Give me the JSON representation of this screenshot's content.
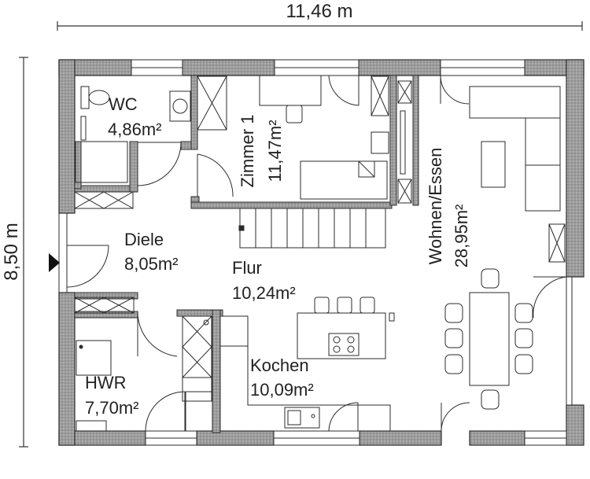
{
  "dimensions": {
    "width_label": "11,46 m",
    "height_label": "8,50 m"
  },
  "rooms": [
    {
      "name": "WC",
      "area": "4,86m²"
    },
    {
      "name": "Zimmer 1",
      "area": "11,47m²"
    },
    {
      "name": "Diele",
      "area": "8,05m²"
    },
    {
      "name": "Flur",
      "area": "10,24m²"
    },
    {
      "name": "HWR",
      "area": "7,70m²"
    },
    {
      "name": "Kochen",
      "area": "10,09m²"
    },
    {
      "name": "Wohnen/Essen",
      "area": "28,95m²"
    }
  ],
  "colors": {
    "wall": "#a3a3a3",
    "line": "#2b2b2b",
    "entrance_marker": "#111111"
  }
}
